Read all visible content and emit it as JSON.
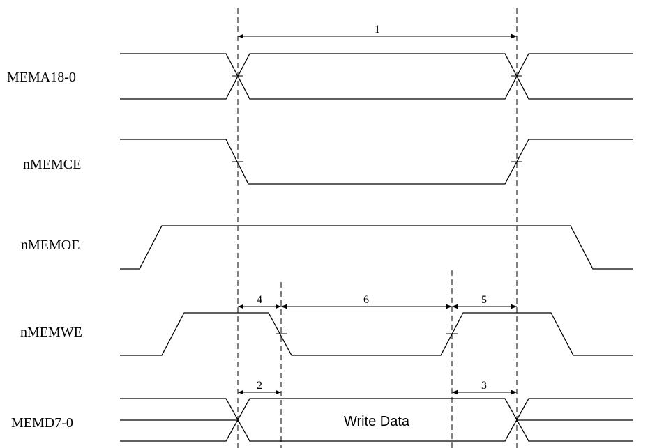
{
  "signals": [
    {
      "id": "mema",
      "label": "MEMA18-0"
    },
    {
      "id": "nmemce",
      "label": "nMEMCE"
    },
    {
      "id": "nmemoe",
      "label": "nMEMOE"
    },
    {
      "id": "nmemwe",
      "label": "nMEMWE"
    },
    {
      "id": "memd",
      "label": "MEMD7-0"
    }
  ],
  "data_bus_text": "Write Data",
  "timing_labels": {
    "t1": "1",
    "t2": "2",
    "t3": "3",
    "t4": "4",
    "t5": "5",
    "t6": "6"
  }
}
